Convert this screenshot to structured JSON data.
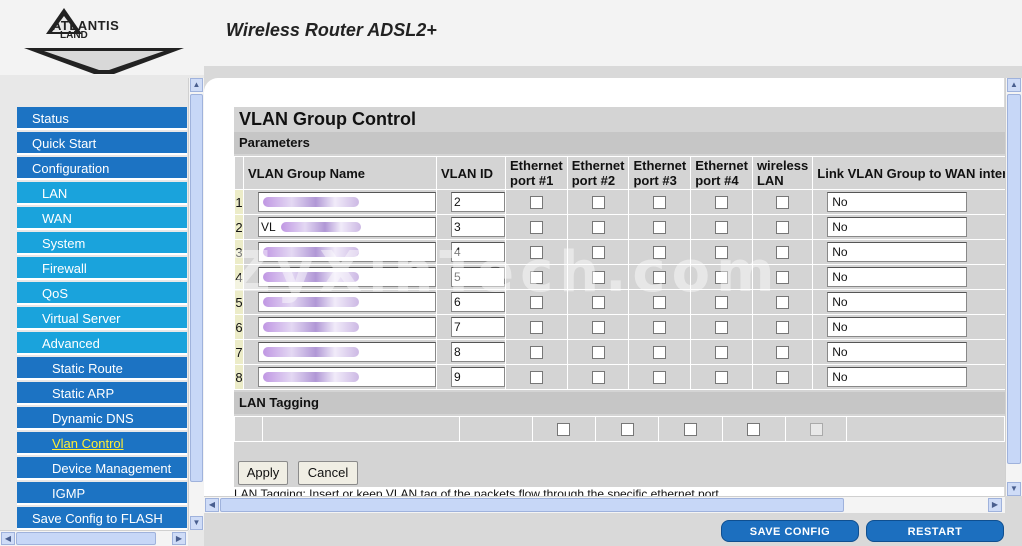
{
  "header": {
    "logo_text": "ATLANTIS",
    "logo_sub": "LAND",
    "title": "Wireless Router ADSL2+"
  },
  "nav": {
    "items": [
      {
        "label": "Status",
        "level": 0
      },
      {
        "label": "Quick Start",
        "level": 0
      },
      {
        "label": "Configuration",
        "level": 0
      },
      {
        "label": "LAN",
        "level": 1
      },
      {
        "label": "WAN",
        "level": 1
      },
      {
        "label": "System",
        "level": 1
      },
      {
        "label": "Firewall",
        "level": 1
      },
      {
        "label": "QoS",
        "level": 1
      },
      {
        "label": "Virtual Server",
        "level": 1
      },
      {
        "label": "Advanced",
        "level": 1
      },
      {
        "label": "Static Route",
        "level": 2
      },
      {
        "label": "Static ARP",
        "level": 2
      },
      {
        "label": "Dynamic DNS",
        "level": 2
      },
      {
        "label": "Vlan Control",
        "level": 2,
        "active": true
      },
      {
        "label": "Device Management",
        "level": 2
      },
      {
        "label": "IGMP",
        "level": 2
      },
      {
        "label": "Save Config to FLASH",
        "level": 0
      }
    ]
  },
  "panel": {
    "title": "VLAN Group Control",
    "params_label": "Parameters",
    "col_name": "VLAN Group Name",
    "col_id": "VLAN ID",
    "col_eth1": "Ethernet port #1",
    "col_eth2": "Ethernet port #2",
    "col_eth3": "Ethernet port #3",
    "col_eth4": "Ethernet port #4",
    "col_wlan": "wireless LAN",
    "col_link": "Link VLAN Group to WAN interface",
    "rows": [
      {
        "index": "1",
        "name": "",
        "vlan_id": "2",
        "link": "No"
      },
      {
        "index": "2",
        "name": "VL",
        "vlan_id": "3",
        "link": "No"
      },
      {
        "index": "3",
        "name": "",
        "vlan_id": "4",
        "link": "No"
      },
      {
        "index": "4",
        "name": "",
        "vlan_id": "5",
        "link": "No"
      },
      {
        "index": "5",
        "name": "",
        "vlan_id": "6",
        "link": "No"
      },
      {
        "index": "6",
        "name": "",
        "vlan_id": "7",
        "link": "No"
      },
      {
        "index": "7",
        "name": "",
        "vlan_id": "8",
        "link": "No"
      },
      {
        "index": "8",
        "name": "",
        "vlan_id": "9",
        "link": "No"
      }
    ],
    "lan_tagging_label": "LAN Tagging",
    "apply_label": "Apply",
    "cancel_label": "Cancel",
    "footnote": "LAN Tagging: Insert or keep VLAN tag of the packets flow through the specific ethernet port."
  },
  "footer": {
    "save_config_label": "SAVE CONFIG",
    "restart_label": "RESTART"
  },
  "watermark": "ZyXinTech.com",
  "colors": {
    "nav_dark": "#1c73c3",
    "nav_light": "#1aa3dc",
    "nav_active_text": "#ffee33",
    "panel_bg": "#d4d4d4",
    "button_blue": "#1c6fbf"
  }
}
